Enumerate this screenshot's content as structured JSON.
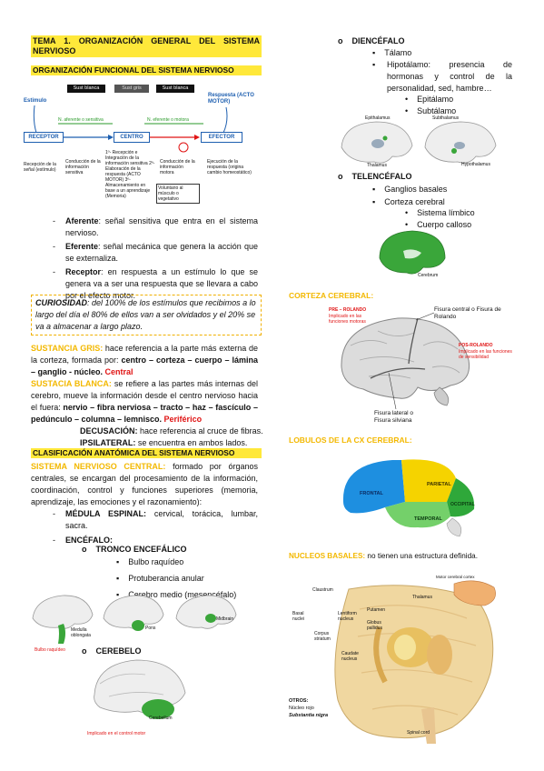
{
  "title": {
    "line1": "TEMA 1. ORGANIZACIÓN GENERAL DEL SISTEMA",
    "line2": "NERVIOSO"
  },
  "funcional": {
    "heading": "ORGANIZACIÓN FUNCIONAL DEL SISTEMA NERVIOSO",
    "diagram": {
      "sust_blanca_1": "Sust blanca",
      "sust_gris": "Sust gris",
      "sust_blanca_2": "Sust blanca",
      "estimulo": "Estimulo",
      "respuesta": "Respuesta (ACTO MOTOR)",
      "n_aferente": "N. aferente o sensitiva",
      "n_eferente": "N. eferente o motora",
      "receptor": "RECEPTOR",
      "centro": "CENTRO",
      "efector": "EFECTOR",
      "col1": "Recepción de la señal (estímulo)",
      "col2": "Conducción de la información sensitiva",
      "col3": "1º- Recepción e Integración de la información sensitiva 2º- Elaboración de la respuesta (ACTO MOTOR) 3º- Almacenamiento en base a un aprendizaje (Memoria)",
      "col4": "Conducción de la información motora",
      "col5": "Ejecución de la respuesta (origina cambio homeostático)",
      "boxed": "Voluntario al músculo o vegetativo"
    },
    "defs": [
      {
        "term": "Aferente",
        "text": ": señal sensitiva que entra en el sistema nervioso."
      },
      {
        "term": "Eferente",
        "text": ": señal mecánica que genera la acción que se externaliza."
      },
      {
        "term": "Receptor",
        "text": ": en respuesta a un estímulo lo que se genera va a ser una respuesta que se llevara a cabo por el efecto motor."
      }
    ]
  },
  "curiosidad": {
    "label": "CURIOSIDAD",
    "text": ": del 100% de los estímulos que recibimos a lo largo del día el 80% de ellos van a ser olvidados y el 20% se va a almacenar a largo plazo."
  },
  "gris": {
    "label": "SUSTANCIA GRIS:",
    "text": " hace referencia a la parte más externa de la corteza, formada por: ",
    "bold": "centro – corteza – cuerpo – lámina – ganglio - núcleo.",
    "tag": "Central"
  },
  "blanca": {
    "label": "SUSTACIA BLANCA:",
    "text": " se refiere a las partes más internas del cerebro, mueve la información desde el centro nervioso hacia el fuera: ",
    "bold": "nervio – fibra nerviosa – tracto – haz – fascículo – pedúnculo – columna – lemnisco.",
    "tag": "Periférico"
  },
  "decusacion": {
    "label": "DECUSACIÓN:",
    "text": " hace referencia al cruce de fibras."
  },
  "ipsilateral": {
    "label": "IPSILATERAL:",
    "text": " se encuentra en ambos lados."
  },
  "anatomica": {
    "heading": "CLASIFICACIÓN ANATÓMICA DEL SISTEMA NERVIOSO",
    "snc_label": "SISTEMA NERVIOSO CENTRAL:",
    "snc_text": " formado por órganos centrales, se encargan del procesamiento de la información, coordinación, control y funciones superiores (memoria, aprendizaje, las emociones y el razonamiento):",
    "medula_label": "MÉDULA ESPINAL:",
    "medula_text": " cervical, torácica, lumbar, sacra.",
    "encefalo": "ENCÉFALO:",
    "tronco": "TRONCO ENCEFÁLICO",
    "tronco_items": [
      "Bulbo raquídeo",
      "Protuberancia anular",
      "Cerebro medio (mesencéfalo)"
    ],
    "cerebelo": "CEREBELO"
  },
  "fig_tronco": {
    "medulla": "Medulla oblongata",
    "pons": "Pons",
    "midbrain": "Midbrain",
    "caption": "Bulbo raquídeo"
  },
  "fig_cerebelo": {
    "label": "Cerebellum",
    "caption": "Implicado en el control motor"
  },
  "diencefalo": {
    "label": "DIENCÉFALO",
    "talamo": "Tálamo",
    "hipo_label": "Hipotálamo:",
    "hipo_text": " presencia de hormonas y control de la personalidad, sed, hambre…",
    "sub": [
      "Epitálamo",
      "Subtálamo"
    ],
    "fig": {
      "epithalamus": "Epithalamus",
      "thalamus": "Thalamus",
      "subthalamus": "Subthalamus",
      "hypothalamus": "Hypothalamus"
    }
  },
  "telencefalo": {
    "label": "TELENCÉFALO",
    "items": [
      "Ganglios basales",
      "Corteza cerebral"
    ],
    "sub": [
      "Sistema límbico",
      "Cuerpo calloso"
    ],
    "fig": {
      "cerebrum": "Cerebrum"
    }
  },
  "corteza": {
    "heading": "CORTEZA CEREBRAL:",
    "central": "Fisura central o Fisura de Rolando",
    "lateral": "Fisura lateral o Fisura silviana",
    "pre_title": "PRE – ROLANDO",
    "pre_text": "Implicado en las funciones motoras",
    "pos_title": "POS-ROLANDO",
    "pos_text": "Implicado en las funciones de sensibilidad"
  },
  "lobulos": {
    "heading": "LOBULOS DE LA CX CEREBRAL:",
    "frontal": "FRONTAL",
    "parietal": "PARIETAL",
    "occipital": "OCCIPITAL",
    "temporal": "TEMPORAL"
  },
  "nucleos": {
    "heading": "NUCLEOS BASALES:",
    "text": " no tienen una estructura definida.",
    "fig": {
      "motor": "Motor cerebral cortex",
      "claustrum": "Claustrum",
      "basal": "Basal nuclei",
      "lentiform": "Lentiform nucleus",
      "putamen": "Putamen",
      "globus": "Globus pallidus",
      "thalamus": "Thalamus",
      "corpus": "Corpus striatum",
      "caudate": "Caudate nucleus",
      "spinal": "Spinal cord",
      "otros": "OTROS:",
      "rojo": "Núcleo rojo",
      "nigra": "Substantia nigra"
    }
  },
  "colors": {
    "highlight": "#ffe83a",
    "accent": "#f3b800",
    "red": "#e01414",
    "green": "#3aa63a",
    "blue": "#1e5fb0"
  }
}
